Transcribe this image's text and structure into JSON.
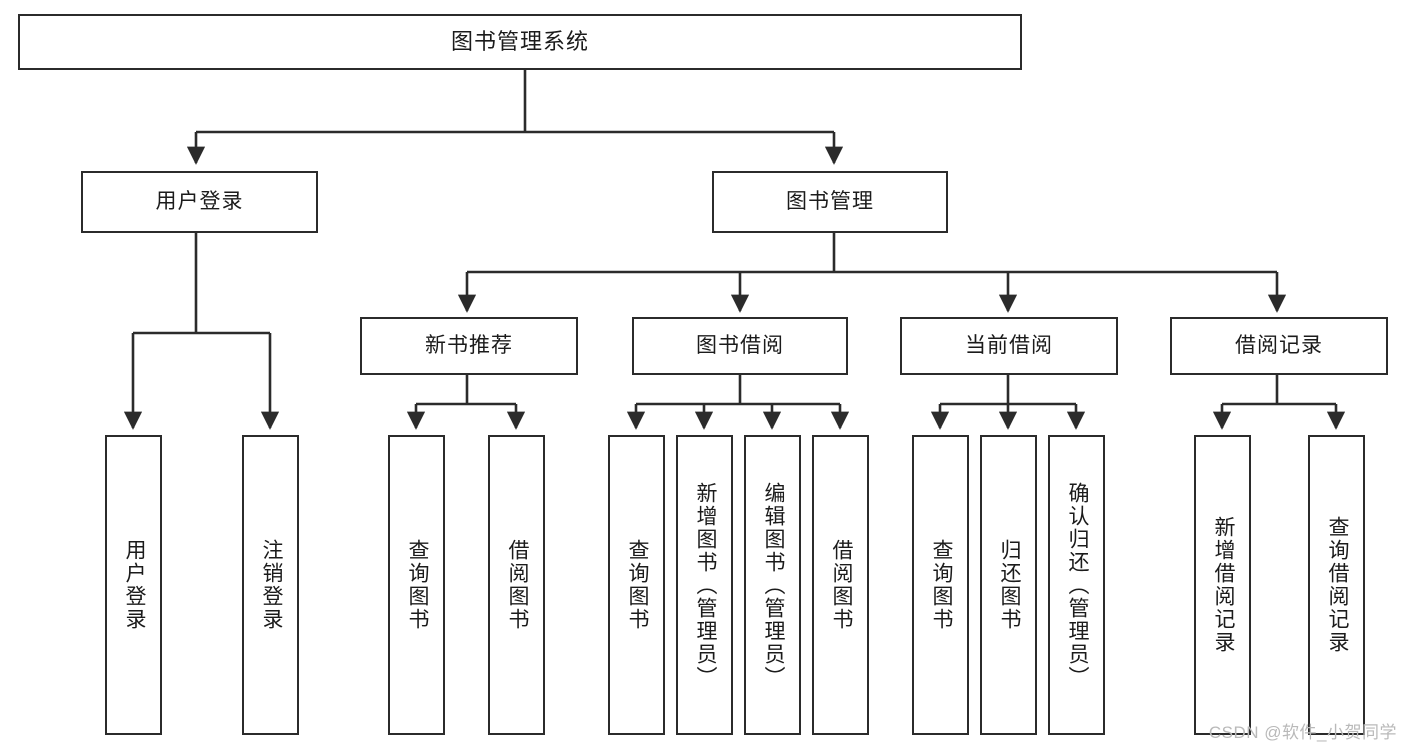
{
  "diagram": {
    "title": "图书管理系统",
    "type": "tree",
    "orientation": "top-down",
    "colors": {
      "box_border": "#2b2b2b",
      "box_fill": "#ffffff",
      "edge": "#2b2b2b",
      "text": "#1b1b1b",
      "watermark": "#b9b9b9",
      "background": "#ffffff"
    }
  },
  "root": {
    "label": "图书管理系统"
  },
  "level2": [
    {
      "label": "用户登录"
    },
    {
      "label": "图书管理"
    }
  ],
  "level3": [
    {
      "label": "新书推荐"
    },
    {
      "label": "图书借阅"
    },
    {
      "label": "当前借阅"
    },
    {
      "label": "借阅记录"
    }
  ],
  "leaves": {
    "user_login": [
      {
        "label": "用户登录"
      },
      {
        "label": "注销登录"
      }
    ],
    "new_book_recommend": [
      {
        "label": "查询图书"
      },
      {
        "label": "借阅图书"
      }
    ],
    "book_borrow": [
      {
        "label": "查询图书"
      },
      {
        "label": "新增图书（管理员）"
      },
      {
        "label": "编辑图书（管理员）"
      },
      {
        "label": "借阅图书"
      }
    ],
    "current_borrow": [
      {
        "label": "查询图书"
      },
      {
        "label": "归还图书"
      },
      {
        "label": "确认归还（管理员）"
      }
    ],
    "borrow_record": [
      {
        "label": "新增借阅记录"
      },
      {
        "label": "查询借阅记录"
      }
    ]
  },
  "watermark": {
    "text": "CSDN @软件_小贺同学"
  }
}
